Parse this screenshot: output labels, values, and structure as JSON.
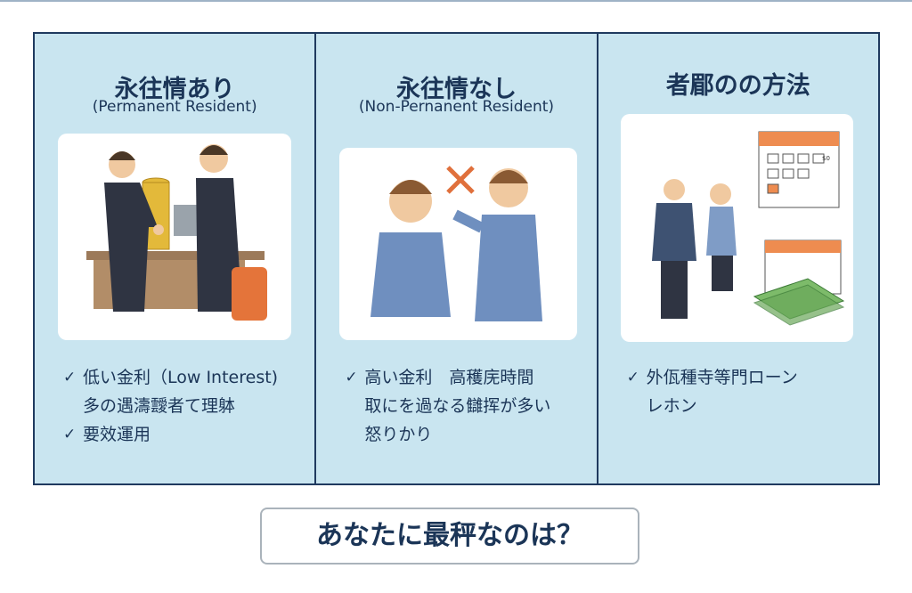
{
  "panels": [
    {
      "title": "永往情あり",
      "subtitle": "(Permanent Resident)",
      "items": [
        {
          "check": true,
          "text": "低い金利（Low Interest)"
        },
        {
          "check": false,
          "text": "多の遇濤靉者て理躰"
        },
        {
          "check": true,
          "text": "要效運用"
        }
      ]
    },
    {
      "title": "永往情なし",
      "subtitle": "(Non-Pernanent Resident)",
      "items": [
        {
          "check": true,
          "text": "高い金利　高穫庑時間"
        },
        {
          "check": false,
          "text": "取にを過なる讎挥が多い"
        },
        {
          "check": false,
          "text": "怒りかり"
        }
      ]
    },
    {
      "title": "者郿のの方法",
      "subtitle": "",
      "items": [
        {
          "check": true,
          "text": "外佤種寺等門ローン"
        },
        {
          "check": false,
          "text": "レホン"
        }
      ]
    }
  ],
  "check_mark": "✓",
  "cross_mark_color": "#e0703c",
  "cta": "あなたに最秤なのは？",
  "calendar_label": "$0"
}
